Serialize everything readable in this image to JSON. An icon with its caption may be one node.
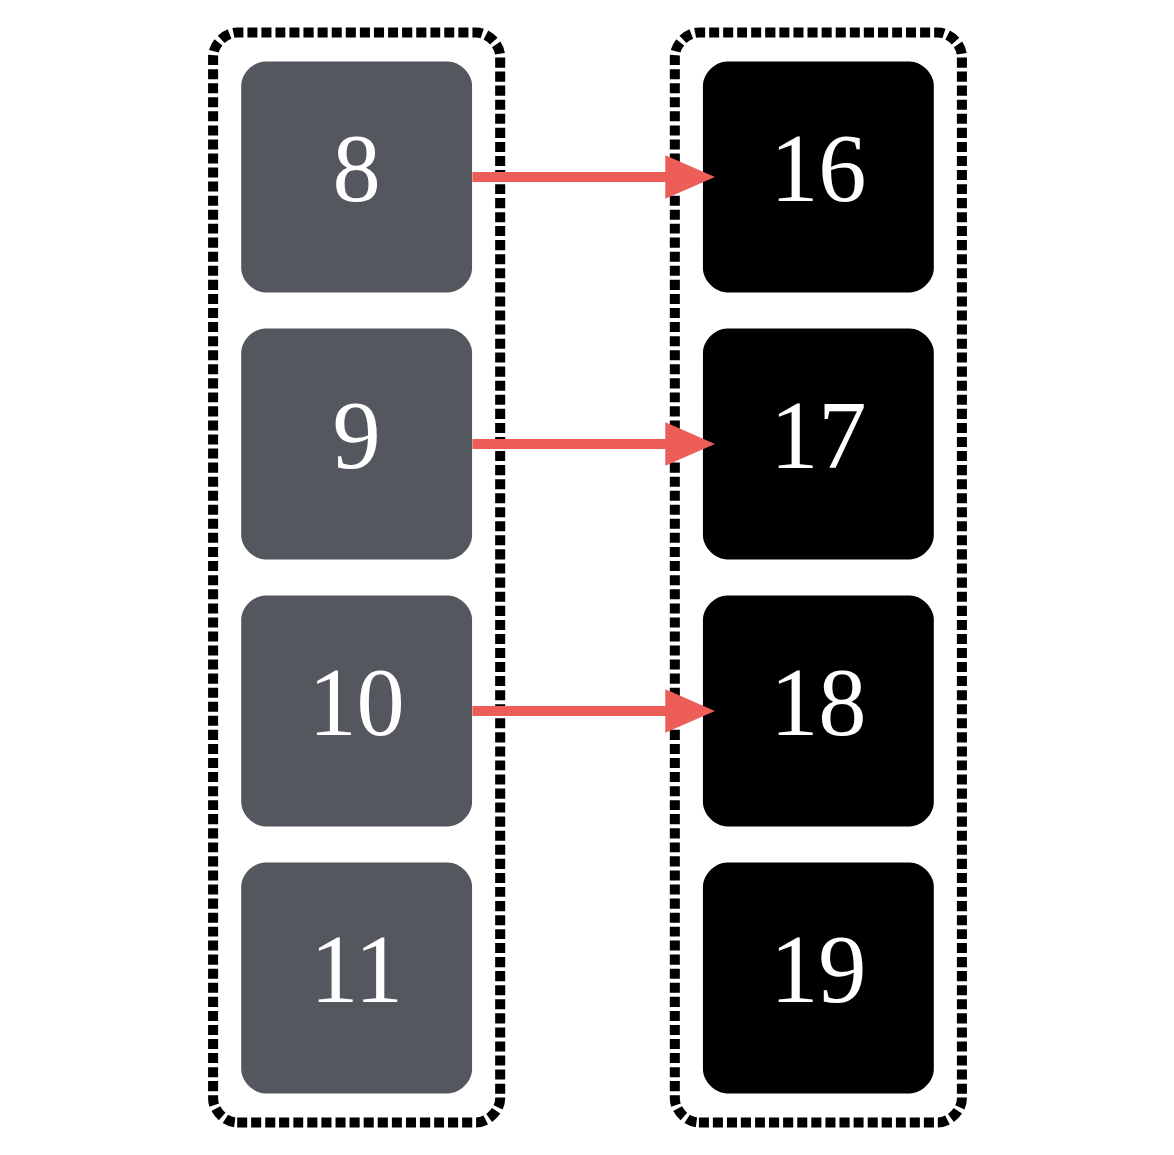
{
  "diagram": {
    "nodes": [
      {
        "text": [],
        "shape": "box"
      },
      {
        "text": [
          "8"
        ],
        "in": 0
      },
      {
        "text": [
          "9"
        ],
        "in": 0
      },
      {
        "text": [
          "10"
        ],
        "in": 0
      },
      {
        "text": [
          "11"
        ],
        "in": 0
      },
      {
        "text": [],
        "shape": "box"
      },
      {
        "text": [
          "16"
        ],
        "in": 5
      },
      {
        "text": [
          "17"
        ],
        "in": 5
      },
      {
        "text": [
          "18"
        ],
        "in": 5
      },
      {
        "text": [
          "19"
        ],
        "in": 5
      }
    ],
    "edges": [
      {
        "from": 1,
        "to": 6,
        "arrow": "to"
      },
      {
        "from": 2,
        "to": 7,
        "arrow": "to"
      },
      {
        "from": 3,
        "to": 8,
        "arrow": "to"
      }
    ]
  }
}
